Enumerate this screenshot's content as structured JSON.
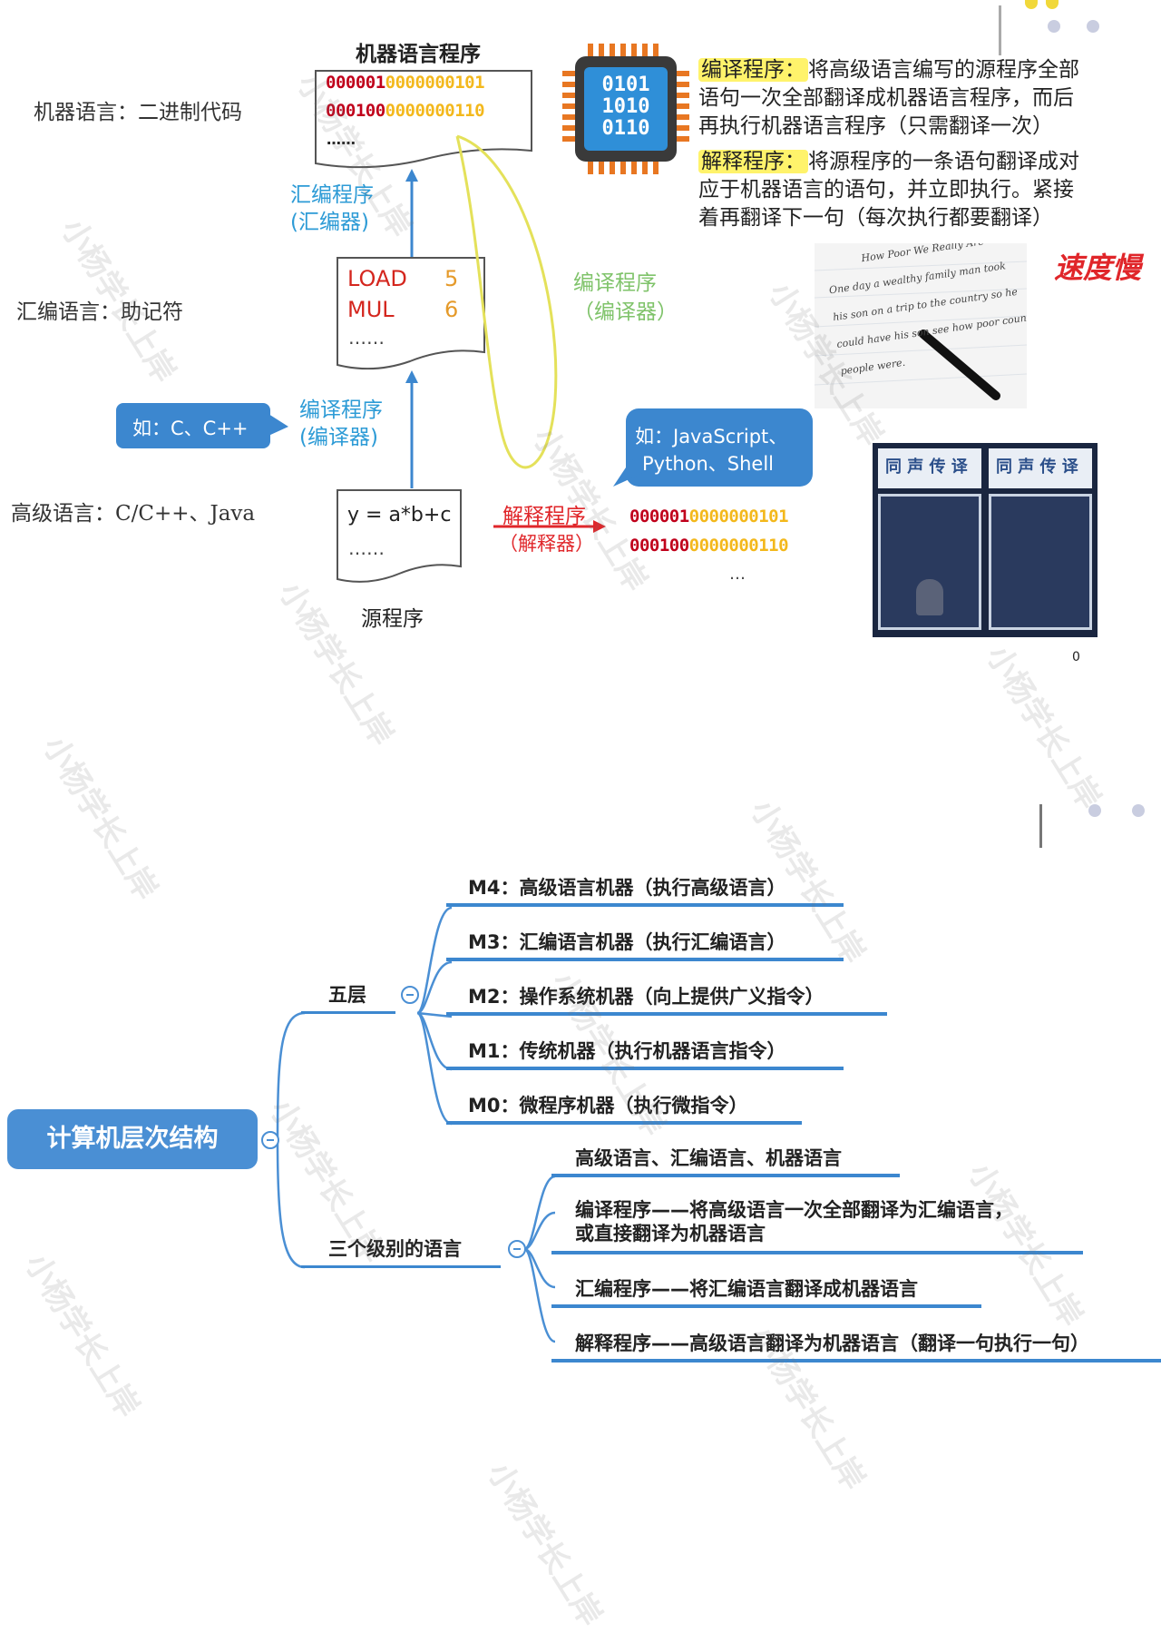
{
  "top": {
    "machine_program_title": "机器语言程序",
    "machine_lang_label": "机器语言：二进制代码",
    "assembly_lang_label": "汇编语言：助记符",
    "high_lang_label": "高级语言：C/C++、Java",
    "binary_lines": [
      {
        "red": "000001",
        "yellow": "0000000101"
      },
      {
        "red": "000100",
        "yellow": "0000000110"
      }
    ],
    "binary_ellipsis": "……",
    "assembler_label": [
      "汇编程序",
      "(汇编器)"
    ],
    "assembly_code": [
      {
        "op": "LOAD",
        "arg": "5"
      },
      {
        "op": "MUL",
        "arg": "6"
      }
    ],
    "assembly_ellipsis": "……",
    "compiler_label_blue": [
      "编译程序",
      "(编译器)"
    ],
    "compiler_label_green": [
      "编译程序",
      "（编译器）"
    ],
    "bubble_c": "如：C、C++",
    "bubble_js": [
      "如：JavaScript、",
      "Python、Shell"
    ],
    "source_code": "y = a*b+c",
    "source_ellipsis": "……",
    "source_label": "源程序",
    "interpreter_label": [
      "解释程序",
      "（解释器）"
    ],
    "interp_binary_lines": [
      {
        "red": "000001",
        "yellow": "0000000101"
      },
      {
        "red": "000100",
        "yellow": "0000000110"
      }
    ],
    "interp_ellipsis": "…",
    "chip_text": [
      "0101",
      "1010",
      "0110"
    ],
    "compile_desc_title": "编译程序：",
    "compile_desc": [
      "将高级语言编写的源程序全部",
      "语句一次全部翻译成机器语言程序，而后",
      "再执行机器语言程序（只需翻译一次）"
    ],
    "interp_desc_title": "解释程序：",
    "interp_desc": [
      "将源程序的一条语句翻译成对",
      "应于机器语言的语句，并立即执行。紧接",
      "着再翻译下一句（每次执行都要翻译）"
    ],
    "slow_label": "速度慢",
    "handwriting_lines": [
      "How Poor We Really Are",
      "One day a wealthy family man took",
      "his son on a trip to the country so he",
      "could have his son see how poor country",
      "people were."
    ],
    "booth_signs": [
      "同 声 传 译",
      "同 声 传 译"
    ],
    "small_zero": "0",
    "watermark_text": "小杨学长上岸"
  },
  "mindmap": {
    "root": "计算机层次结构",
    "five_layers": "五层",
    "layers": [
      "M4：高级语言机器（执行高级语言）",
      "M3：汇编语言机器（执行汇编语言）",
      "M2：操作系统机器（向上提供广义指令）",
      "M1：传统机器（执行机器语言指令）",
      "M0：微程序机器（执行微指令）"
    ],
    "three_levels": "三个级别的语言",
    "lang_items": [
      "高级语言、汇编语言、机器语言",
      "编译程序——将高级语言一次全部翻译为汇编语言，",
      "或直接翻译为机器语言",
      "汇编程序——将汇编语言翻译成机器语言",
      "解释程序——高级语言翻译为机器语言（翻译一句执行一句）"
    ]
  },
  "colors": {
    "accent_blue": "#3c87cf",
    "binary_red": "#c0001b",
    "binary_yellow": "#f3b81c",
    "interpreter_red": "#e0262a",
    "compiler_green": "#7fc36a",
    "highlight_yellow": "#fff36b",
    "chip_orange": "#e87722"
  }
}
